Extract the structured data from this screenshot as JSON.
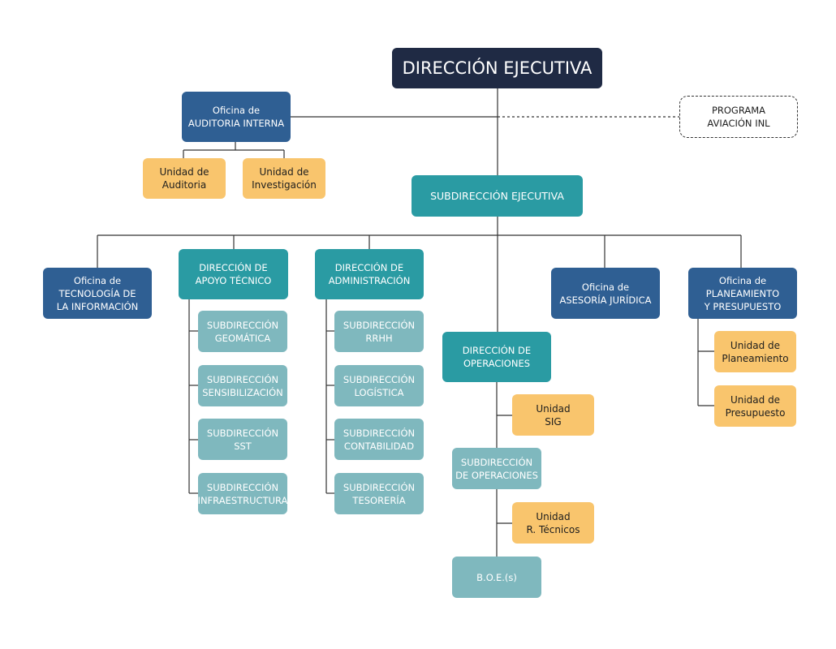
{
  "nodes": {
    "direccion_ejecutiva": "DIRECCIÓN EJECUTIVA",
    "auditoria_interna": "Oficina de\nAUDITORIA INTERNA",
    "programa_aviacion": "PROGRAMA\nAVIACIÓN INL",
    "unidad_auditoria": "Unidad de\nAuditoria",
    "unidad_investigacion": "Unidad de\nInvestigación",
    "subdireccion_ejecutiva": "SUBDIRECCIÓN EJECUTIVA",
    "tecnologia_informacion": "Oficina de\nTECNOLOGÍA DE\nLA INFORMACIÓN",
    "apoyo_tecnico": "DIRECCIÓN DE\nAPOYO TÉCNICO",
    "administracion": "DIRECCIÓN DE\nADMINISTRACIÓN",
    "asesoria_juridica": "Oficina de\nASESORÍA JURÍDICA",
    "planeamiento_presupuesto": "Oficina de\nPLANEAMIENTO\nY PRESUPUESTO",
    "sub_geomatica": "SUBDIRECCIÓN\nGEOMÁTICA",
    "sub_sensibilizacion": "SUBDIRECCIÓN\nSENSIBILIZACIÓN",
    "sub_sst": "SUBDIRECCIÓN\nSST",
    "sub_infraestructura": "SUBDIRECCIÓN\nINFRAESTRUCTURA",
    "sub_rrhh": "SUBDIRECCIÓN\nRRHH",
    "sub_logistica": "SUBDIRECCIÓN\nLOGÍSTICA",
    "sub_contabilidad": "SUBDIRECCIÓN\nCONTABILIDAD",
    "sub_tesoreria": "SUBDIRECCIÓN\nTESORERÍA",
    "direccion_operaciones": "DIRECCIÓN DE\nOPERACIONES",
    "unidad_sig": "Unidad\nSIG",
    "sub_operaciones": "SUBDIRECCIÓN\nDE OPERACIONES",
    "unidad_tecnicos": "Unidad\nR. Técnicos",
    "boes": "B.O.E.(s)",
    "unidad_planeamiento": "Unidad de\nPlaneamiento",
    "unidad_presupuesto": "Unidad de\nPresupuesto"
  },
  "colors": {
    "dark_navy": "#1f2a44",
    "blue": "#2f5f93",
    "teal": "#2a9ba3",
    "light_teal": "#7fb8be",
    "orange": "#f9c56d",
    "connector": "#333333"
  }
}
